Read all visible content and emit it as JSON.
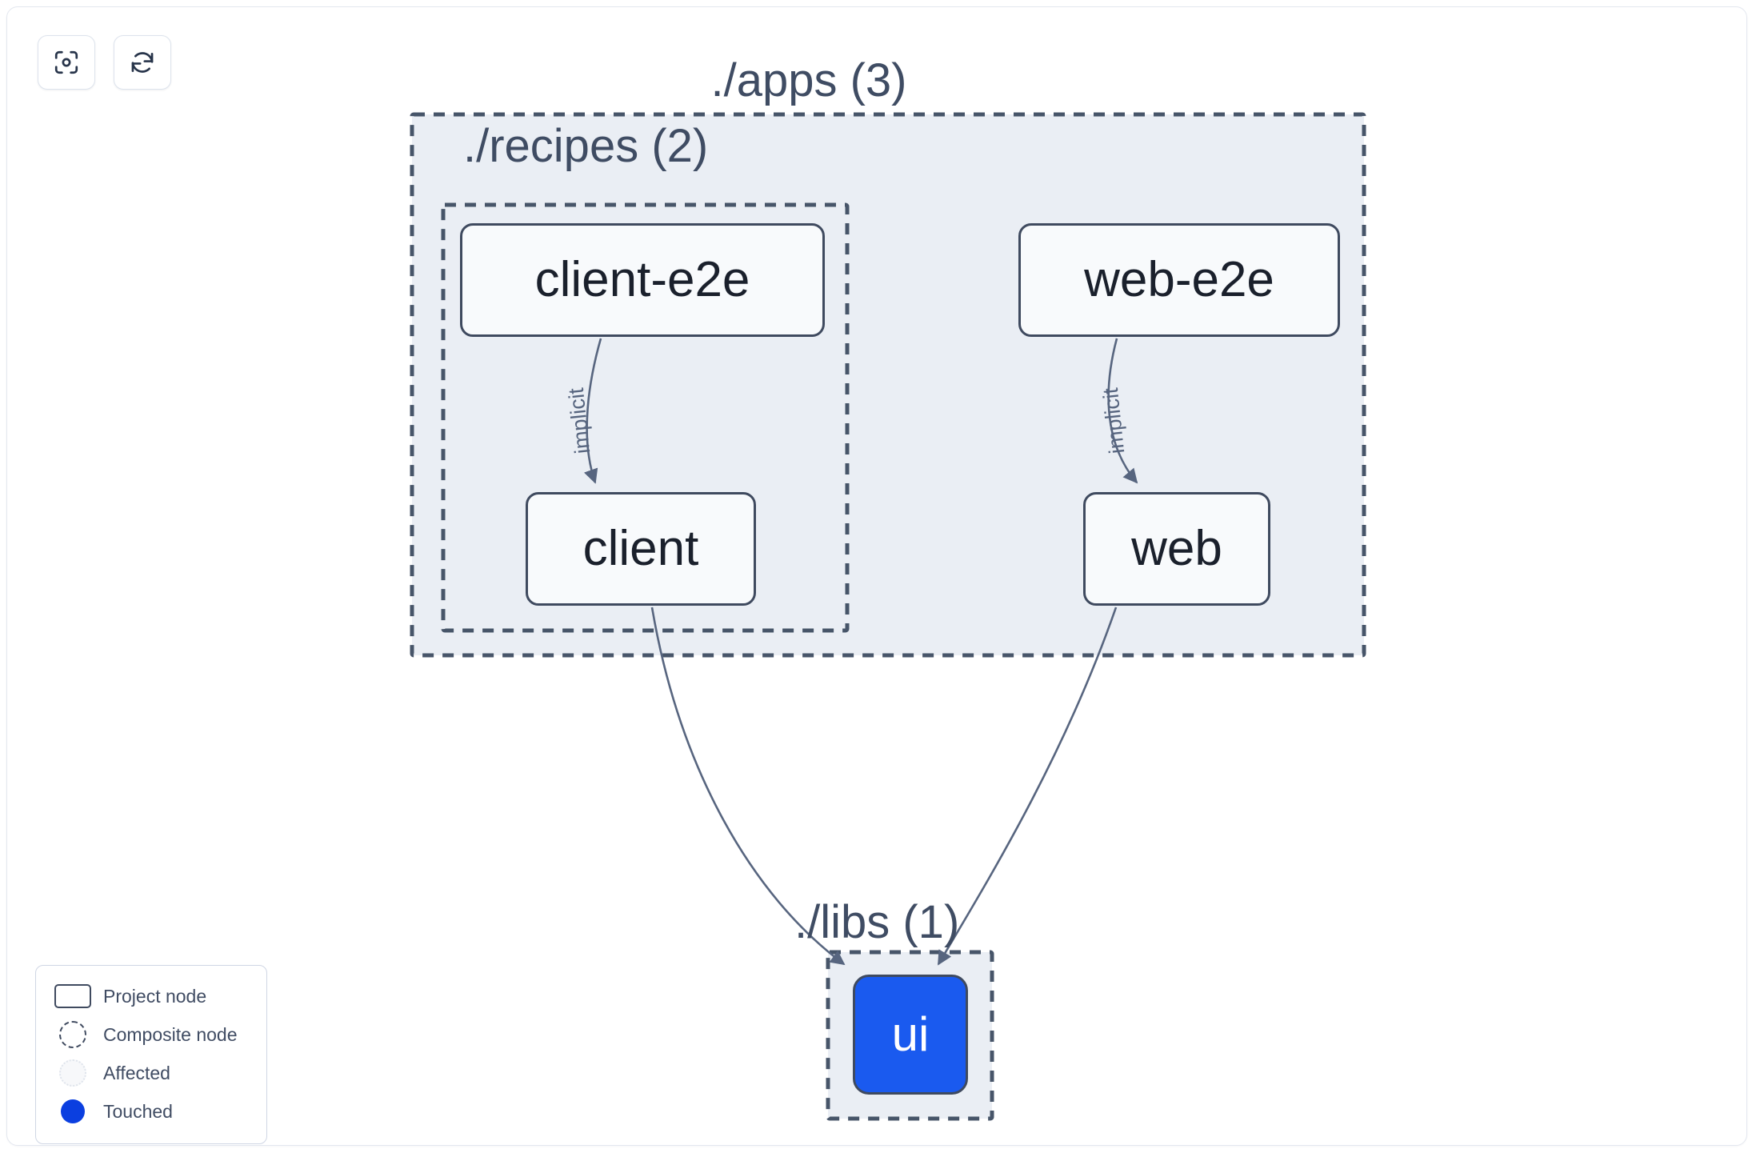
{
  "canvas": {
    "background": "#ffffff",
    "border_color": "#e3e7ef"
  },
  "toolbar": {
    "buttons": [
      {
        "name": "focus-target-icon",
        "label": "Focus graph",
        "icon": "focus-target-icon"
      },
      {
        "name": "refresh-icon",
        "label": "Refresh graph",
        "icon": "refresh-icon"
      }
    ]
  },
  "groups": [
    {
      "id": "apps",
      "label": "./apps (3)",
      "count": 3,
      "style": "dashed",
      "fill": "#eaeef4",
      "border": "#475569"
    },
    {
      "id": "recipes",
      "label": "./recipes (2)",
      "count": 2,
      "style": "dashed",
      "fill": "#eaeef4",
      "border": "#475569"
    },
    {
      "id": "libs",
      "label": "./libs (1)",
      "count": 1,
      "style": "dashed",
      "fill": "#eaeef4",
      "border": "#475569"
    }
  ],
  "nodes": [
    {
      "id": "client-e2e",
      "label": "client-e2e",
      "group": "recipes",
      "state": "project",
      "fill": "#f8fafc",
      "text": "#1a202c"
    },
    {
      "id": "web-e2e",
      "label": "web-e2e",
      "group": "apps",
      "state": "project",
      "fill": "#f8fafc",
      "text": "#1a202c"
    },
    {
      "id": "client",
      "label": "client",
      "group": "recipes",
      "state": "project",
      "fill": "#f8fafc",
      "text": "#1a202c"
    },
    {
      "id": "web",
      "label": "web",
      "group": "apps",
      "state": "project",
      "fill": "#f8fafc",
      "text": "#1a202c"
    },
    {
      "id": "ui",
      "label": "ui",
      "group": "libs",
      "state": "touched",
      "fill": "#1a5aef",
      "text": "#ffffff"
    }
  ],
  "edges": [
    {
      "from": "client-e2e",
      "to": "client",
      "label": "implicit",
      "label_rotated": true
    },
    {
      "from": "web-e2e",
      "to": "web",
      "label": "implicit",
      "label_rotated": true
    },
    {
      "from": "client",
      "to": "ui",
      "label": ""
    },
    {
      "from": "web",
      "to": "ui",
      "label": ""
    }
  ],
  "legend": {
    "items": [
      {
        "swatch": "project-node-swatch",
        "label": "Project node"
      },
      {
        "swatch": "composite-node-swatch",
        "label": "Composite node"
      },
      {
        "swatch": "affected-swatch",
        "label": "Affected"
      },
      {
        "swatch": "touched-swatch",
        "label": "Touched"
      }
    ]
  },
  "colors": {
    "touched_blue": "#0b3fe0",
    "node_blue": "#1a5aef",
    "group_fill": "#eaeef4",
    "group_border": "#475569",
    "node_border": "#3f4a5f",
    "edge": "#57657f",
    "text": "#3f4c63"
  }
}
